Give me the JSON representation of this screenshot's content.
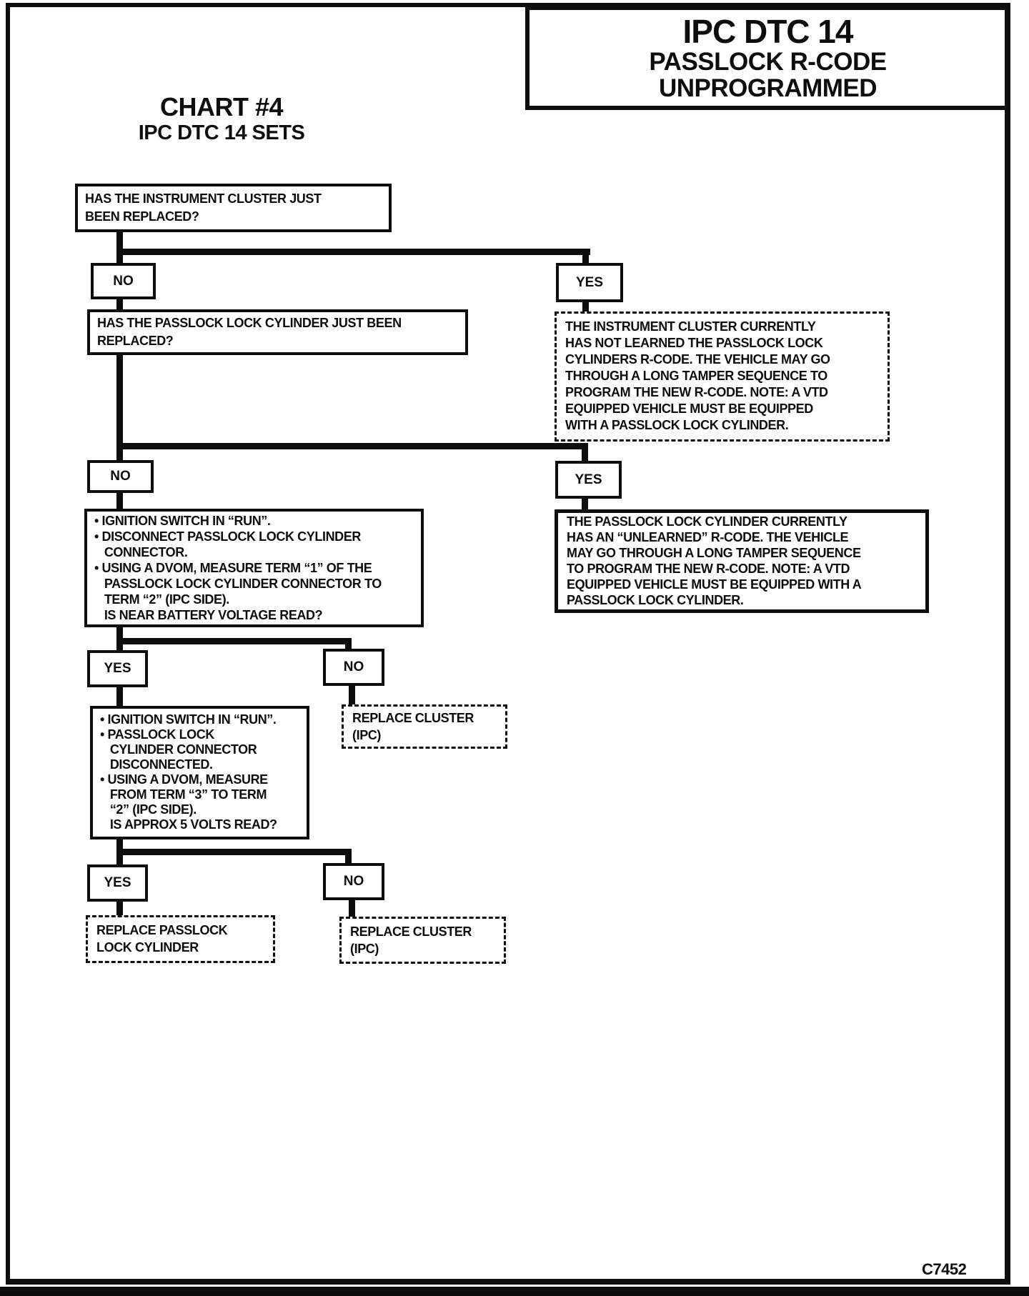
{
  "page": {
    "heading": {
      "title": "CHART #4",
      "subtitle": "IPC DTC 14 SETS"
    },
    "title_box": {
      "line1": "IPC DTC 14",
      "line2": "PASSLOCK R-CODE",
      "line3": "UNPROGRAMMED"
    },
    "figure_code": "C7452",
    "ink_color": "#0d0d0d",
    "paper_color": "#ffffff"
  },
  "flowchart": {
    "q1": "HAS THE INSTRUMENT CLUSTER JUST\nBEEN REPLACED?",
    "no1": "NO",
    "yes1": "YES",
    "result_yes1": "THE INSTRUMENT CLUSTER CURRENTLY\nHAS NOT LEARNED THE PASSLOCK LOCK\nCYLINDERS R-CODE. THE VEHICLE MAY GO\nTHROUGH A LONG TAMPER SEQUENCE TO\nPROGRAM THE NEW R-CODE. NOTE: A VTD\nEQUIPPED VEHICLE MUST BE EQUIPPED\nWITH A PASSLOCK LOCK CYLINDER.",
    "q2": "HAS THE PASSLOCK LOCK CYLINDER JUST BEEN\nREPLACED?",
    "no2": "NO",
    "yes2": "YES",
    "result_yes2": "THE PASSLOCK LOCK CYLINDER CURRENTLY\nHAS AN “UNLEARNED” R-CODE. THE VEHICLE\nMAY GO THROUGH A LONG TAMPER SEQUENCE\nTO PROGRAM THE NEW R-CODE. NOTE: A VTD\nEQUIPPED VEHICLE MUST BE EQUIPPED WITH A\nPASSLOCK LOCK CYLINDER.",
    "q3": "• IGNITION SWITCH IN “RUN”.\n• DISCONNECT PASSLOCK LOCK CYLINDER\n   CONNECTOR.\n• USING A DVOM, MEASURE TERM “1” OF THE\n   PASSLOCK LOCK CYLINDER CONNECTOR TO\n   TERM “2” (IPC SIDE).\n   IS NEAR BATTERY VOLTAGE READ?",
    "yes3": "YES",
    "no3": "NO",
    "result_no3": "REPLACE CLUSTER\n(IPC)",
    "q4": "• IGNITION SWITCH IN “RUN”.\n• PASSLOCK LOCK\n   CYLINDER CONNECTOR\n   DISCONNECTED.\n• USING A DVOM, MEASURE\n   FROM TERM “3” TO TERM\n   “2” (IPC SIDE).\n   IS APPROX 5 VOLTS READ?",
    "yes4": "YES",
    "no4": "NO",
    "result_yes4": "REPLACE PASSLOCK\nLOCK CYLINDER",
    "result_no4": "REPLACE CLUSTER\n(IPC)"
  }
}
